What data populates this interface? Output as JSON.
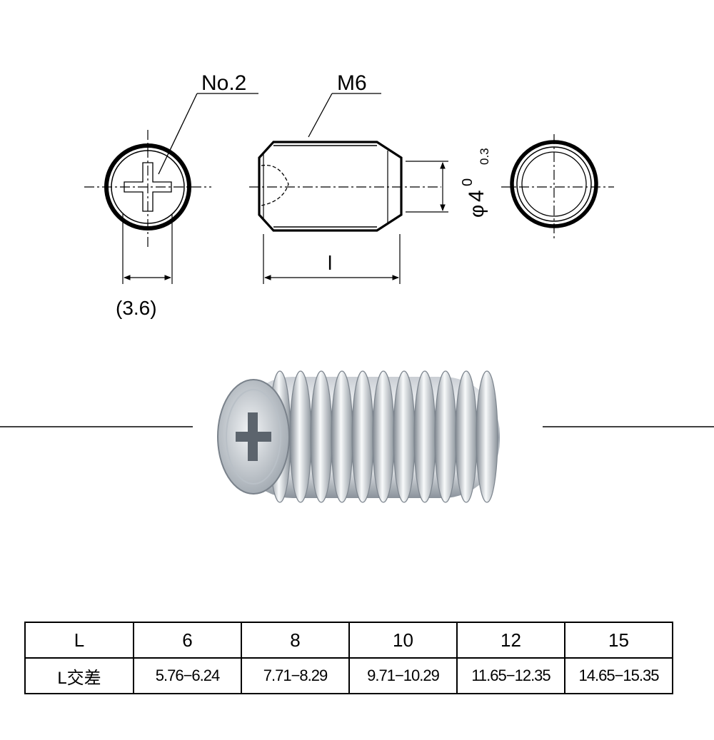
{
  "drawing": {
    "labels": {
      "drive": "No.2",
      "thread": "M6",
      "drive_width": "(3.6)",
      "length": "l",
      "diameter_symbol": "φ",
      "diameter": "4",
      "tol_upper": "0",
      "tol_lower": "0.3"
    }
  },
  "table": {
    "row_header_label": "L",
    "lengths": [
      "6",
      "8",
      "10",
      "12",
      "15"
    ],
    "row_tolerance_label": "L交差",
    "tolerances": [
      "5.76−6.24",
      "7.71−8.29",
      "9.71−10.29",
      "11.65−12.35",
      "14.65−15.35"
    ]
  }
}
